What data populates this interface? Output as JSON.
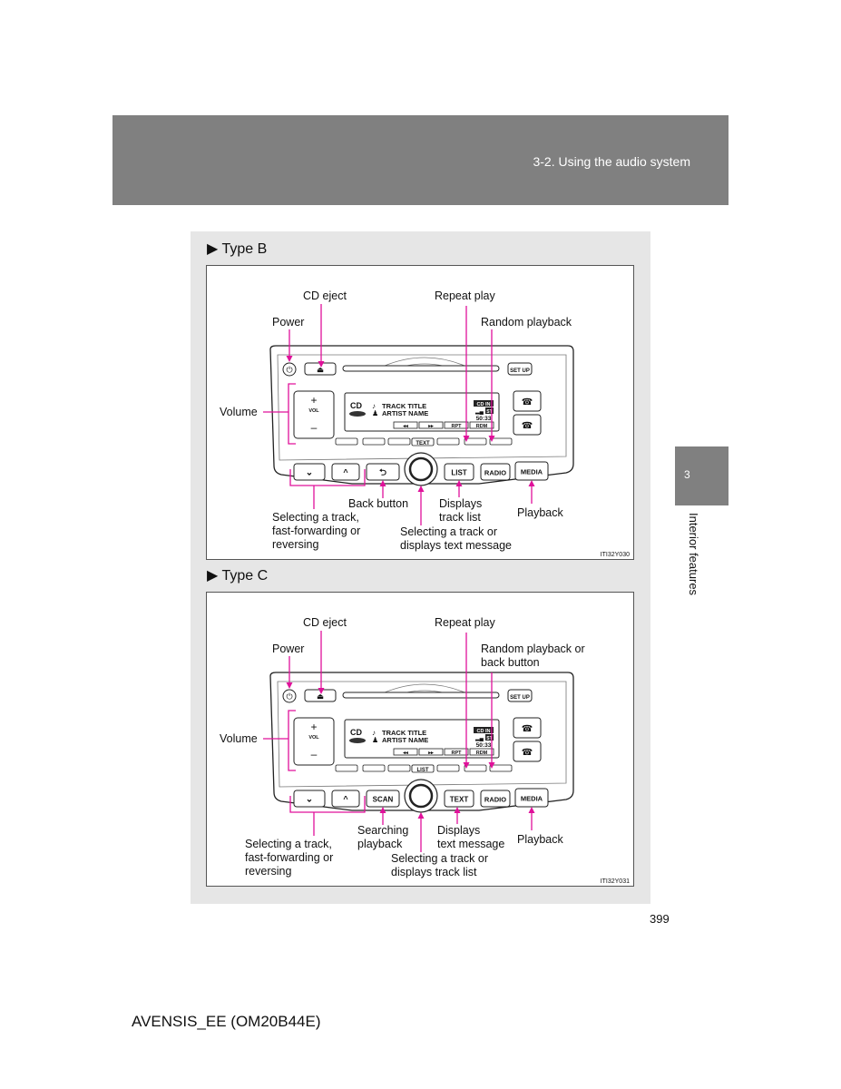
{
  "header": {
    "section_title": "3-2. Using the audio system"
  },
  "side_tab": {
    "number": "3",
    "label": "Interior features"
  },
  "colors": {
    "callout": "#e0119a",
    "band": "#808080",
    "panel": "#e6e6e6"
  },
  "figures": [
    {
      "heading": "▶ Type B",
      "code": "ITI32Y030",
      "labels": {
        "cd_eject": "CD eject",
        "power": "Power",
        "repeat": "Repeat play",
        "random_1": "Random playback",
        "random_2": "",
        "volume": "Volume",
        "left_1": "Selecting a track,",
        "left_2": "fast-forwarding or",
        "left_3": "reversing",
        "mid_1": "Back button",
        "mid_2": "",
        "disp_1": "Displays",
        "disp_2": "track list",
        "knob_1": "Selecting a track or",
        "knob_2": "displays text message",
        "playback": "Playback"
      },
      "unit": {
        "setup": "SET UP",
        "vol": "VOL",
        "cd": "CD",
        "track_title": "TRACK TITLE",
        "artist_name": "ARTIST NAME",
        "cd_in": "CD IN",
        "st": "ST",
        "time": "50:33",
        "soft_rew": "◂◂",
        "soft_ff": "▸▸",
        "soft_rpt": "RPT",
        "soft_rdm": "RDM",
        "center_key": "TEXT",
        "btn_down": "⌄",
        "btn_up": "^",
        "btn_mid": "⮌",
        "btn_a": "LIST",
        "btn_radio": "RADIO",
        "btn_media": "MEDIA"
      }
    },
    {
      "heading": "▶ Type C",
      "code": "ITI32Y031",
      "labels": {
        "cd_eject": "CD eject",
        "power": "Power",
        "repeat": "Repeat play",
        "random_1": "Random playback or",
        "random_2": "back button",
        "volume": "Volume",
        "left_1": "Selecting a track,",
        "left_2": "fast-forwarding or",
        "left_3": "reversing",
        "mid_1": "Searching",
        "mid_2": "playback",
        "disp_1": "Displays",
        "disp_2": "text message",
        "knob_1": "Selecting a track or",
        "knob_2": "displays track list",
        "playback": "Playback"
      },
      "unit": {
        "setup": "SET UP",
        "vol": "VOL",
        "cd": "CD",
        "track_title": "TRACK TITLE",
        "artist_name": "ARTIST NAME",
        "cd_in": "CD IN",
        "st": "ST",
        "time": "50:33",
        "soft_rew": "◂◂",
        "soft_ff": "▸▸",
        "soft_rpt": "RPT",
        "soft_rdm": "RDM",
        "center_key": "LIST",
        "btn_down": "⌄",
        "btn_up": "^",
        "btn_mid": "SCAN",
        "btn_a": "TEXT",
        "btn_radio": "RADIO",
        "btn_media": "MEDIA"
      }
    }
  ],
  "footer": {
    "page_number": "399",
    "doc_code": "AVENSIS_EE (OM20B44E)"
  }
}
